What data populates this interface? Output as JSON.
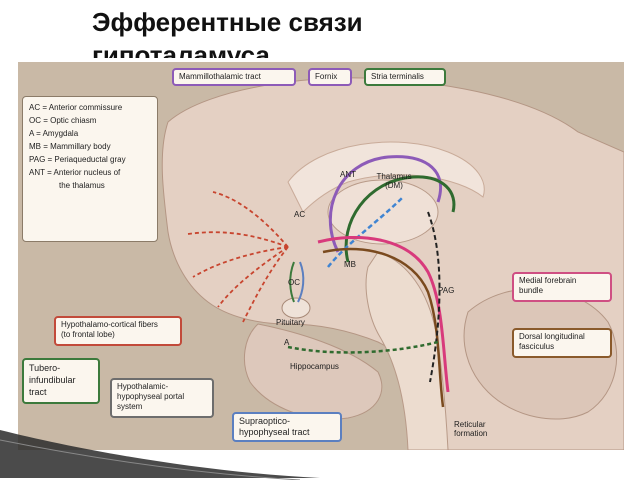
{
  "slide": {
    "title": "Эфферентные связи гипоталамуса"
  },
  "legend": {
    "items": [
      "AC = Anterior commissure",
      "OC = Optic chiasm",
      "A = Amygdala",
      "MB = Mammillary body",
      "PAG = Periaqueductal gray",
      "ANT = Anterior nucleus of",
      "the thalamus"
    ]
  },
  "labels": {
    "mammillothalamic": "Mammillothalamic tract",
    "fornix": "Fornix",
    "stria": "Stria terminalis",
    "medial_fb_1": "Medial forebrain",
    "medial_fb_2": "bundle",
    "dorsal_1": "Dorsal longitudinal",
    "dorsal_2": "fasciculus",
    "hcf_1": "Hypothalamo-cortical fibers",
    "hcf_2": "(to frontal lobe)",
    "tubero_1": "Tubero-",
    "tubero_2": "infundibular",
    "tubero_3": "tract",
    "portal_1": "Hypothalamic-",
    "portal_2": "hypophyseal portal",
    "portal_3": "system",
    "supra_1": "Supraoptico-",
    "supra_2": "hypophyseal tract"
  },
  "structures": {
    "ant": "ANT",
    "thalamus_1": "Thalamus",
    "thalamus_2": "(DM)",
    "ac": "AC",
    "oc": "OC",
    "mb": "MB",
    "pag": "PAG",
    "pituitary": "Pituitary",
    "a": "A",
    "hippocampus": "Hippocampus",
    "reticular_1": "Reticular",
    "reticular_2": "formation"
  },
  "colors": {
    "purple": "#8d5bb8",
    "green": "#2f6b2f",
    "blue": "#3f84d2",
    "red": "#c8452f",
    "pink": "#d83a7c",
    "brown": "#7a4a1e",
    "tissue": "#e6d3c8"
  }
}
